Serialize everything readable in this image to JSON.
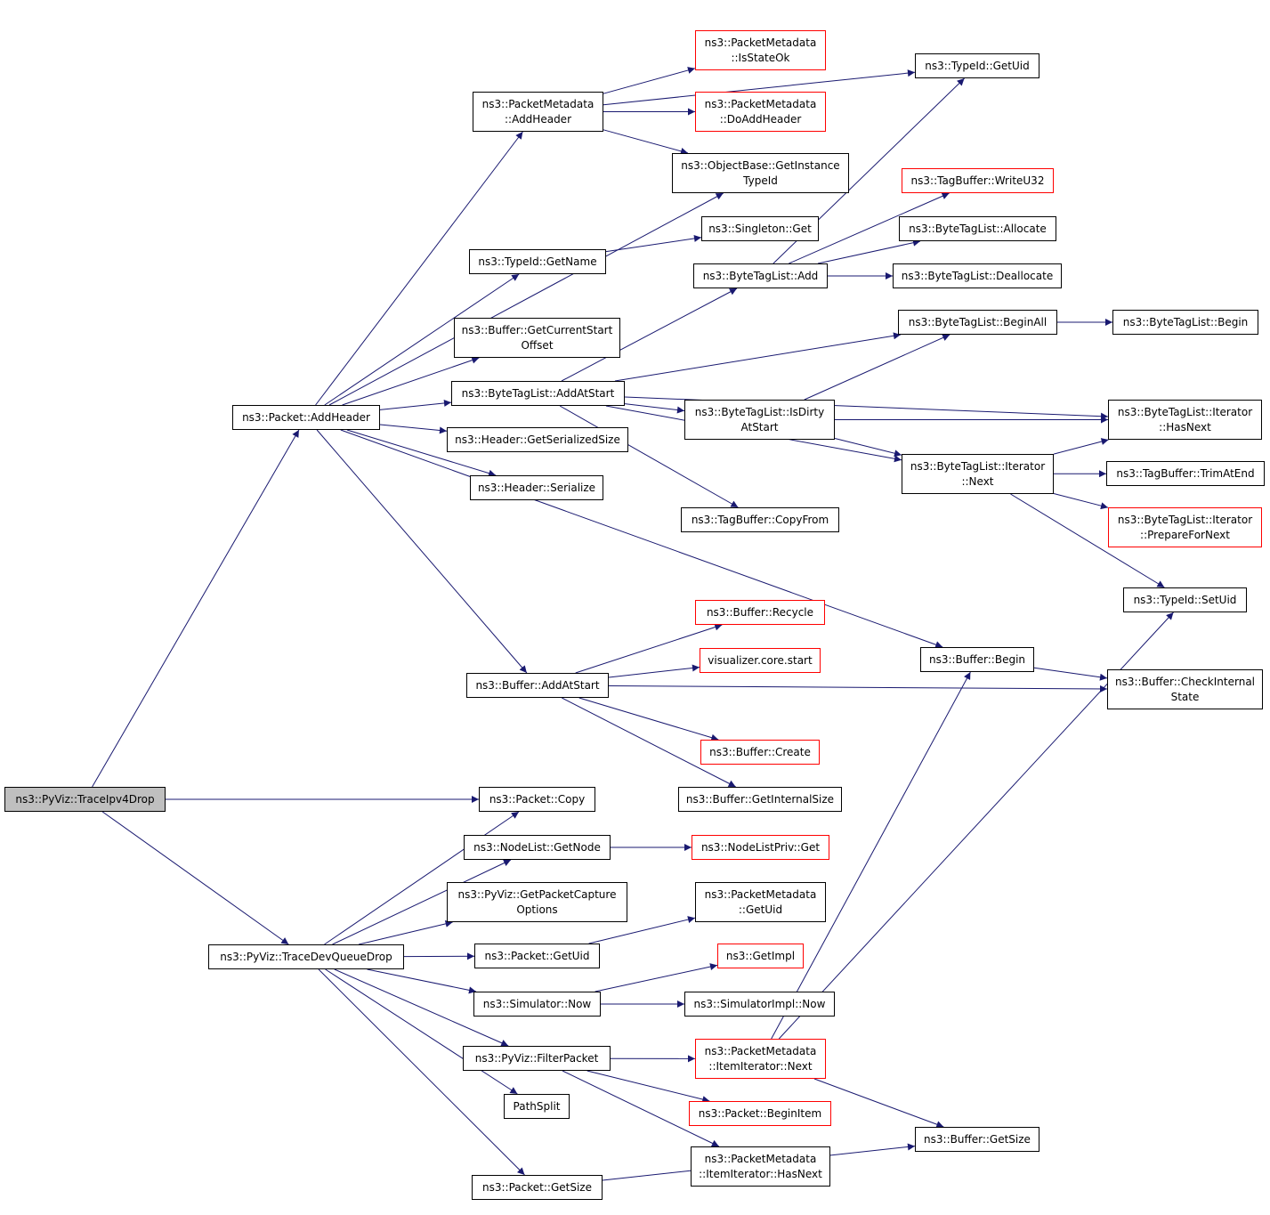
{
  "colors": {
    "edge": "#191970",
    "node_border": "#000000",
    "node_border_external": "#ff0000",
    "root_fill": "#bfbfbf"
  },
  "nodes": [
    {
      "id": "traceipv4drop",
      "lines": [
        "ns3::PyViz::TraceIpv4Drop"
      ],
      "style": "root"
    },
    {
      "id": "packet-addheader",
      "lines": [
        "ns3::Packet::AddHeader"
      ],
      "style": "normal"
    },
    {
      "id": "packet-copy",
      "lines": [
        "ns3::Packet::Copy"
      ],
      "style": "normal"
    },
    {
      "id": "tracedevqueuedrop",
      "lines": [
        "ns3::PyViz::TraceDevQueueDrop"
      ],
      "style": "normal"
    },
    {
      "id": "pm-addheader",
      "lines": [
        "ns3::PacketMetadata",
        "::AddHeader"
      ],
      "style": "normal"
    },
    {
      "id": "pm-isstateok",
      "lines": [
        "ns3::PacketMetadata",
        "::IsStateOk"
      ],
      "style": "red"
    },
    {
      "id": "pm-doaddheader",
      "lines": [
        "ns3::PacketMetadata",
        "::DoAddHeader"
      ],
      "style": "red"
    },
    {
      "id": "typeid-getuid",
      "lines": [
        "ns3::TypeId::GetUid"
      ],
      "style": "normal"
    },
    {
      "id": "objectbase-getinstancetypeid",
      "lines": [
        "ns3::ObjectBase::GetInstance",
        "TypeId"
      ],
      "style": "normal"
    },
    {
      "id": "typeid-getname",
      "lines": [
        "ns3::TypeId::GetName"
      ],
      "style": "normal"
    },
    {
      "id": "singleton-get",
      "lines": [
        "ns3::Singleton::Get"
      ],
      "style": "normal"
    },
    {
      "id": "buffer-getcurrentstartoffset",
      "lines": [
        "ns3::Buffer::GetCurrentStart",
        "Offset"
      ],
      "style": "normal"
    },
    {
      "id": "bytetaglist-addatstart",
      "lines": [
        "ns3::ByteTagList::AddAtStart"
      ],
      "style": "normal"
    },
    {
      "id": "header-getserializedsize",
      "lines": [
        "ns3::Header::GetSerializedSize"
      ],
      "style": "normal"
    },
    {
      "id": "header-serialize",
      "lines": [
        "ns3::Header::Serialize"
      ],
      "style": "normal"
    },
    {
      "id": "bytetaglist-add",
      "lines": [
        "ns3::ByteTagList::Add"
      ],
      "style": "normal"
    },
    {
      "id": "tagbuffer-writeu32",
      "lines": [
        "ns3::TagBuffer::WriteU32"
      ],
      "style": "red"
    },
    {
      "id": "bytetaglist-allocate",
      "lines": [
        "ns3::ByteTagList::Allocate"
      ],
      "style": "normal"
    },
    {
      "id": "bytetaglist-deallocate",
      "lines": [
        "ns3::ByteTagList::Deallocate"
      ],
      "style": "normal"
    },
    {
      "id": "bytetaglist-beginall",
      "lines": [
        "ns3::ByteTagList::BeginAll"
      ],
      "style": "normal"
    },
    {
      "id": "bytetaglist-begin",
      "lines": [
        "ns3::ByteTagList::Begin"
      ],
      "style": "normal"
    },
    {
      "id": "bytetaglist-isdirtyatstart",
      "lines": [
        "ns3::ByteTagList::IsDirty",
        "AtStart"
      ],
      "style": "normal"
    },
    {
      "id": "btl-iterator-hasnext",
      "lines": [
        "ns3::ByteTagList::Iterator",
        "::HasNext"
      ],
      "style": "normal"
    },
    {
      "id": "btl-iterator-next",
      "lines": [
        "ns3::ByteTagList::Iterator",
        "::Next"
      ],
      "style": "normal"
    },
    {
      "id": "tagbuffer-trimatend",
      "lines": [
        "ns3::TagBuffer::TrimAtEnd"
      ],
      "style": "normal"
    },
    {
      "id": "btl-iterator-preparefornext",
      "lines": [
        "ns3::ByteTagList::Iterator",
        "::PrepareForNext"
      ],
      "style": "red"
    },
    {
      "id": "tagbuffer-copyfrom",
      "lines": [
        "ns3::TagBuffer::CopyFrom"
      ],
      "style": "normal"
    },
    {
      "id": "typeid-setuid",
      "lines": [
        "ns3::TypeId::SetUid"
      ],
      "style": "normal"
    },
    {
      "id": "buffer-recycle",
      "lines": [
        "ns3::Buffer::Recycle"
      ],
      "style": "red"
    },
    {
      "id": "visualizer-core-start",
      "lines": [
        "visualizer.core.start"
      ],
      "style": "red"
    },
    {
      "id": "buffer-addatstart",
      "lines": [
        "ns3::Buffer::AddAtStart"
      ],
      "style": "normal"
    },
    {
      "id": "buffer-begin",
      "lines": [
        "ns3::Buffer::Begin"
      ],
      "style": "normal"
    },
    {
      "id": "buffer-checkinternalstate",
      "lines": [
        "ns3::Buffer::CheckInternal",
        "State"
      ],
      "style": "normal"
    },
    {
      "id": "buffer-create",
      "lines": [
        "ns3::Buffer::Create"
      ],
      "style": "red"
    },
    {
      "id": "buffer-getinternalsize",
      "lines": [
        "ns3::Buffer::GetInternalSize"
      ],
      "style": "normal"
    },
    {
      "id": "nodelist-getnode",
      "lines": [
        "ns3::NodeList::GetNode"
      ],
      "style": "normal"
    },
    {
      "id": "nodelistpriv-get",
      "lines": [
        "ns3::NodeListPriv::Get"
      ],
      "style": "red"
    },
    {
      "id": "pyviz-getpacketcaptureoptions",
      "lines": [
        "ns3::PyViz::GetPacketCapture",
        "Options"
      ],
      "style": "normal"
    },
    {
      "id": "pm-getuid",
      "lines": [
        "ns3::PacketMetadata",
        "::GetUid"
      ],
      "style": "normal"
    },
    {
      "id": "packet-getuid",
      "lines": [
        "ns3::Packet::GetUid"
      ],
      "style": "normal"
    },
    {
      "id": "getimpl",
      "lines": [
        "ns3::GetImpl"
      ],
      "style": "red"
    },
    {
      "id": "simulator-now",
      "lines": [
        "ns3::Simulator::Now"
      ],
      "style": "normal"
    },
    {
      "id": "simulatorimpl-now",
      "lines": [
        "ns3::SimulatorImpl::Now"
      ],
      "style": "normal"
    },
    {
      "id": "pyviz-filterpacket",
      "lines": [
        "ns3::PyViz::FilterPacket"
      ],
      "style": "normal"
    },
    {
      "id": "pm-itemiterator-next",
      "lines": [
        "ns3::PacketMetadata",
        "::ItemIterator::Next"
      ],
      "style": "red"
    },
    {
      "id": "pathsplit",
      "lines": [
        "PathSplit"
      ],
      "style": "normal"
    },
    {
      "id": "packet-beginitem",
      "lines": [
        "ns3::Packet::BeginItem"
      ],
      "style": "red"
    },
    {
      "id": "buffer-getsize",
      "lines": [
        "ns3::Buffer::GetSize"
      ],
      "style": "normal"
    },
    {
      "id": "pm-itemiterator-hasnext",
      "lines": [
        "ns3::PacketMetadata",
        "::ItemIterator::HasNext"
      ],
      "style": "normal"
    },
    {
      "id": "packet-getsize",
      "lines": [
        "ns3::Packet::GetSize"
      ],
      "style": "normal"
    }
  ],
  "edges": [
    [
      "traceipv4drop",
      "packet-addheader"
    ],
    [
      "traceipv4drop",
      "packet-copy"
    ],
    [
      "traceipv4drop",
      "tracedevqueuedrop"
    ],
    [
      "packet-addheader",
      "pm-addheader"
    ],
    [
      "packet-addheader",
      "objectbase-getinstancetypeid"
    ],
    [
      "packet-addheader",
      "typeid-getname"
    ],
    [
      "packet-addheader",
      "buffer-getcurrentstartoffset"
    ],
    [
      "packet-addheader",
      "bytetaglist-addatstart"
    ],
    [
      "packet-addheader",
      "header-getserializedsize"
    ],
    [
      "packet-addheader",
      "header-serialize"
    ],
    [
      "packet-addheader",
      "buffer-begin"
    ],
    [
      "packet-addheader",
      "buffer-addatstart"
    ],
    [
      "pm-addheader",
      "typeid-getuid"
    ],
    [
      "pm-addheader",
      "pm-isstateok"
    ],
    [
      "pm-addheader",
      "pm-doaddheader"
    ],
    [
      "pm-addheader",
      "objectbase-getinstancetypeid"
    ],
    [
      "typeid-getname",
      "singleton-get"
    ],
    [
      "bytetaglist-addatstart",
      "bytetaglist-add"
    ],
    [
      "bytetaglist-addatstart",
      "bytetaglist-beginall"
    ],
    [
      "bytetaglist-addatstart",
      "btl-iterator-hasnext"
    ],
    [
      "bytetaglist-addatstart",
      "bytetaglist-isdirtyatstart"
    ],
    [
      "bytetaglist-addatstart",
      "btl-iterator-next"
    ],
    [
      "bytetaglist-addatstart",
      "tagbuffer-copyfrom"
    ],
    [
      "bytetaglist-add",
      "typeid-getuid"
    ],
    [
      "bytetaglist-add",
      "tagbuffer-writeu32"
    ],
    [
      "bytetaglist-add",
      "bytetaglist-allocate"
    ],
    [
      "bytetaglist-add",
      "bytetaglist-deallocate"
    ],
    [
      "bytetaglist-beginall",
      "bytetaglist-begin"
    ],
    [
      "bytetaglist-isdirtyatstart",
      "bytetaglist-beginall"
    ],
    [
      "bytetaglist-isdirtyatstart",
      "btl-iterator-hasnext"
    ],
    [
      "bytetaglist-isdirtyatstart",
      "btl-iterator-next"
    ],
    [
      "btl-iterator-next",
      "btl-iterator-hasnext"
    ],
    [
      "btl-iterator-next",
      "tagbuffer-trimatend"
    ],
    [
      "btl-iterator-next",
      "btl-iterator-preparefornext"
    ],
    [
      "btl-iterator-next",
      "typeid-setuid"
    ],
    [
      "buffer-addatstart",
      "buffer-recycle"
    ],
    [
      "buffer-addatstart",
      "visualizer-core-start"
    ],
    [
      "buffer-addatstart",
      "buffer-checkinternalstate"
    ],
    [
      "buffer-addatstart",
      "buffer-create"
    ],
    [
      "buffer-addatstart",
      "buffer-getinternalsize"
    ],
    [
      "buffer-begin",
      "buffer-checkinternalstate"
    ],
    [
      "tracedevqueuedrop",
      "packet-copy"
    ],
    [
      "tracedevqueuedrop",
      "nodelist-getnode"
    ],
    [
      "tracedevqueuedrop",
      "pyviz-getpacketcaptureoptions"
    ],
    [
      "tracedevqueuedrop",
      "packet-getuid"
    ],
    [
      "tracedevqueuedrop",
      "simulator-now"
    ],
    [
      "tracedevqueuedrop",
      "pyviz-filterpacket"
    ],
    [
      "tracedevqueuedrop",
      "pathsplit"
    ],
    [
      "tracedevqueuedrop",
      "packet-getsize"
    ],
    [
      "nodelist-getnode",
      "nodelistpriv-get"
    ],
    [
      "packet-getuid",
      "pm-getuid"
    ],
    [
      "simulator-now",
      "getimpl"
    ],
    [
      "simulator-now",
      "simulatorimpl-now"
    ],
    [
      "pyviz-filterpacket",
      "pm-itemiterator-next"
    ],
    [
      "pyviz-filterpacket",
      "packet-beginitem"
    ],
    [
      "pyviz-filterpacket",
      "pm-itemiterator-hasnext"
    ],
    [
      "pm-itemiterator-next",
      "buffer-begin"
    ],
    [
      "pm-itemiterator-next",
      "typeid-setuid"
    ],
    [
      "pm-itemiterator-next",
      "buffer-getsize"
    ],
    [
      "packet-getsize",
      "buffer-getsize"
    ]
  ]
}
